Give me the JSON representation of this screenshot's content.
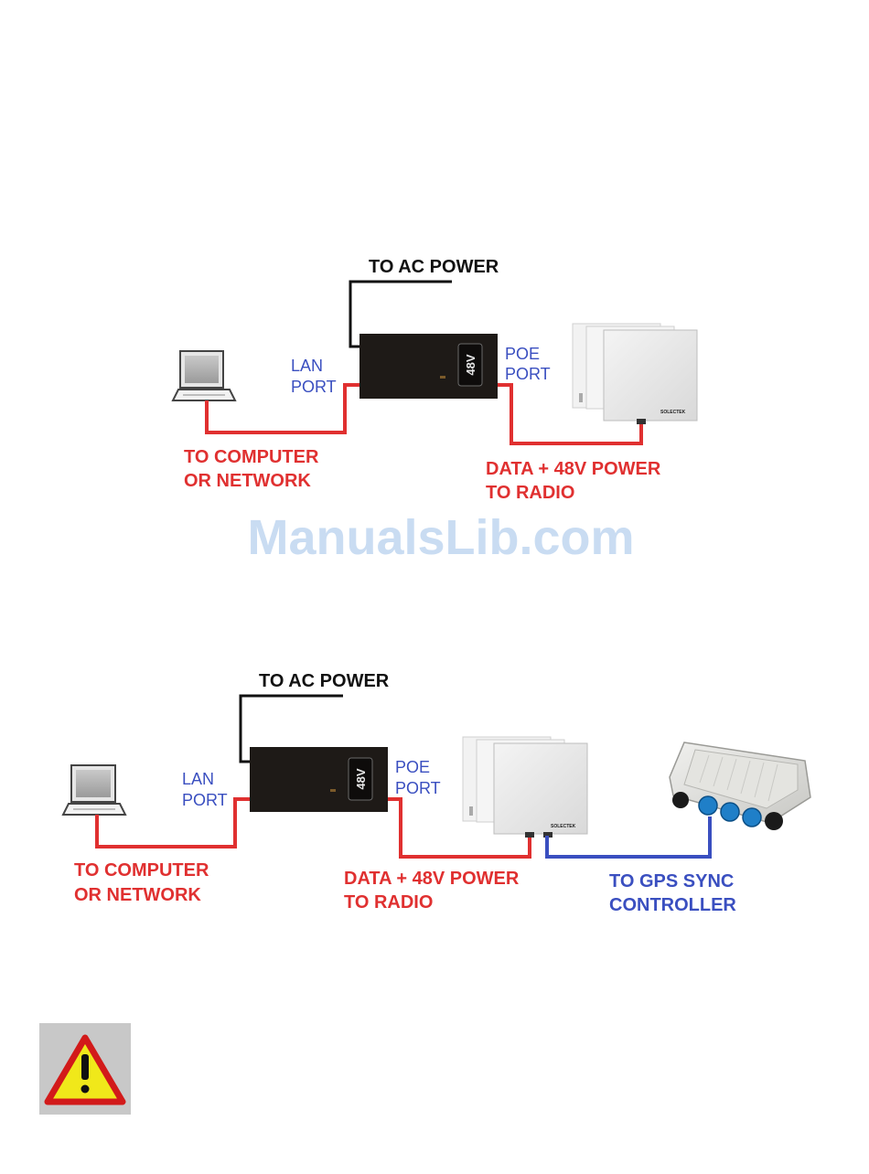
{
  "diagram1": {
    "ac_power": "TO AC POWER",
    "lan_port": [
      "LAN",
      "PORT"
    ],
    "poe_port": [
      "POE",
      "PORT"
    ],
    "injector_label": "48V",
    "computer": [
      "TO COMPUTER",
      "OR NETWORK"
    ],
    "radio": [
      "DATA + 48V POWER",
      "TO RADIO"
    ],
    "radio_brand": "SOLECTEK"
  },
  "watermark": "ManualsLib.com",
  "diagram2": {
    "ac_power": "TO AC POWER",
    "lan_port": [
      "LAN",
      "PORT"
    ],
    "poe_port": [
      "POE",
      "PORT"
    ],
    "injector_label": "48V",
    "computer": [
      "TO COMPUTER",
      "OR NETWORK"
    ],
    "radio": [
      "DATA + 48V POWER",
      "TO RADIO"
    ],
    "gps": [
      "TO GPS SYNC",
      "CONTROLLER"
    ],
    "radio_brand": "SOLECTEK"
  },
  "warning": {
    "icon": "warning-icon"
  },
  "colors": {
    "data_power_cable": "#e03030",
    "gps_cable": "#3a4fc0",
    "ac_cable": "#111111",
    "port_label": "#3a4fc0"
  }
}
